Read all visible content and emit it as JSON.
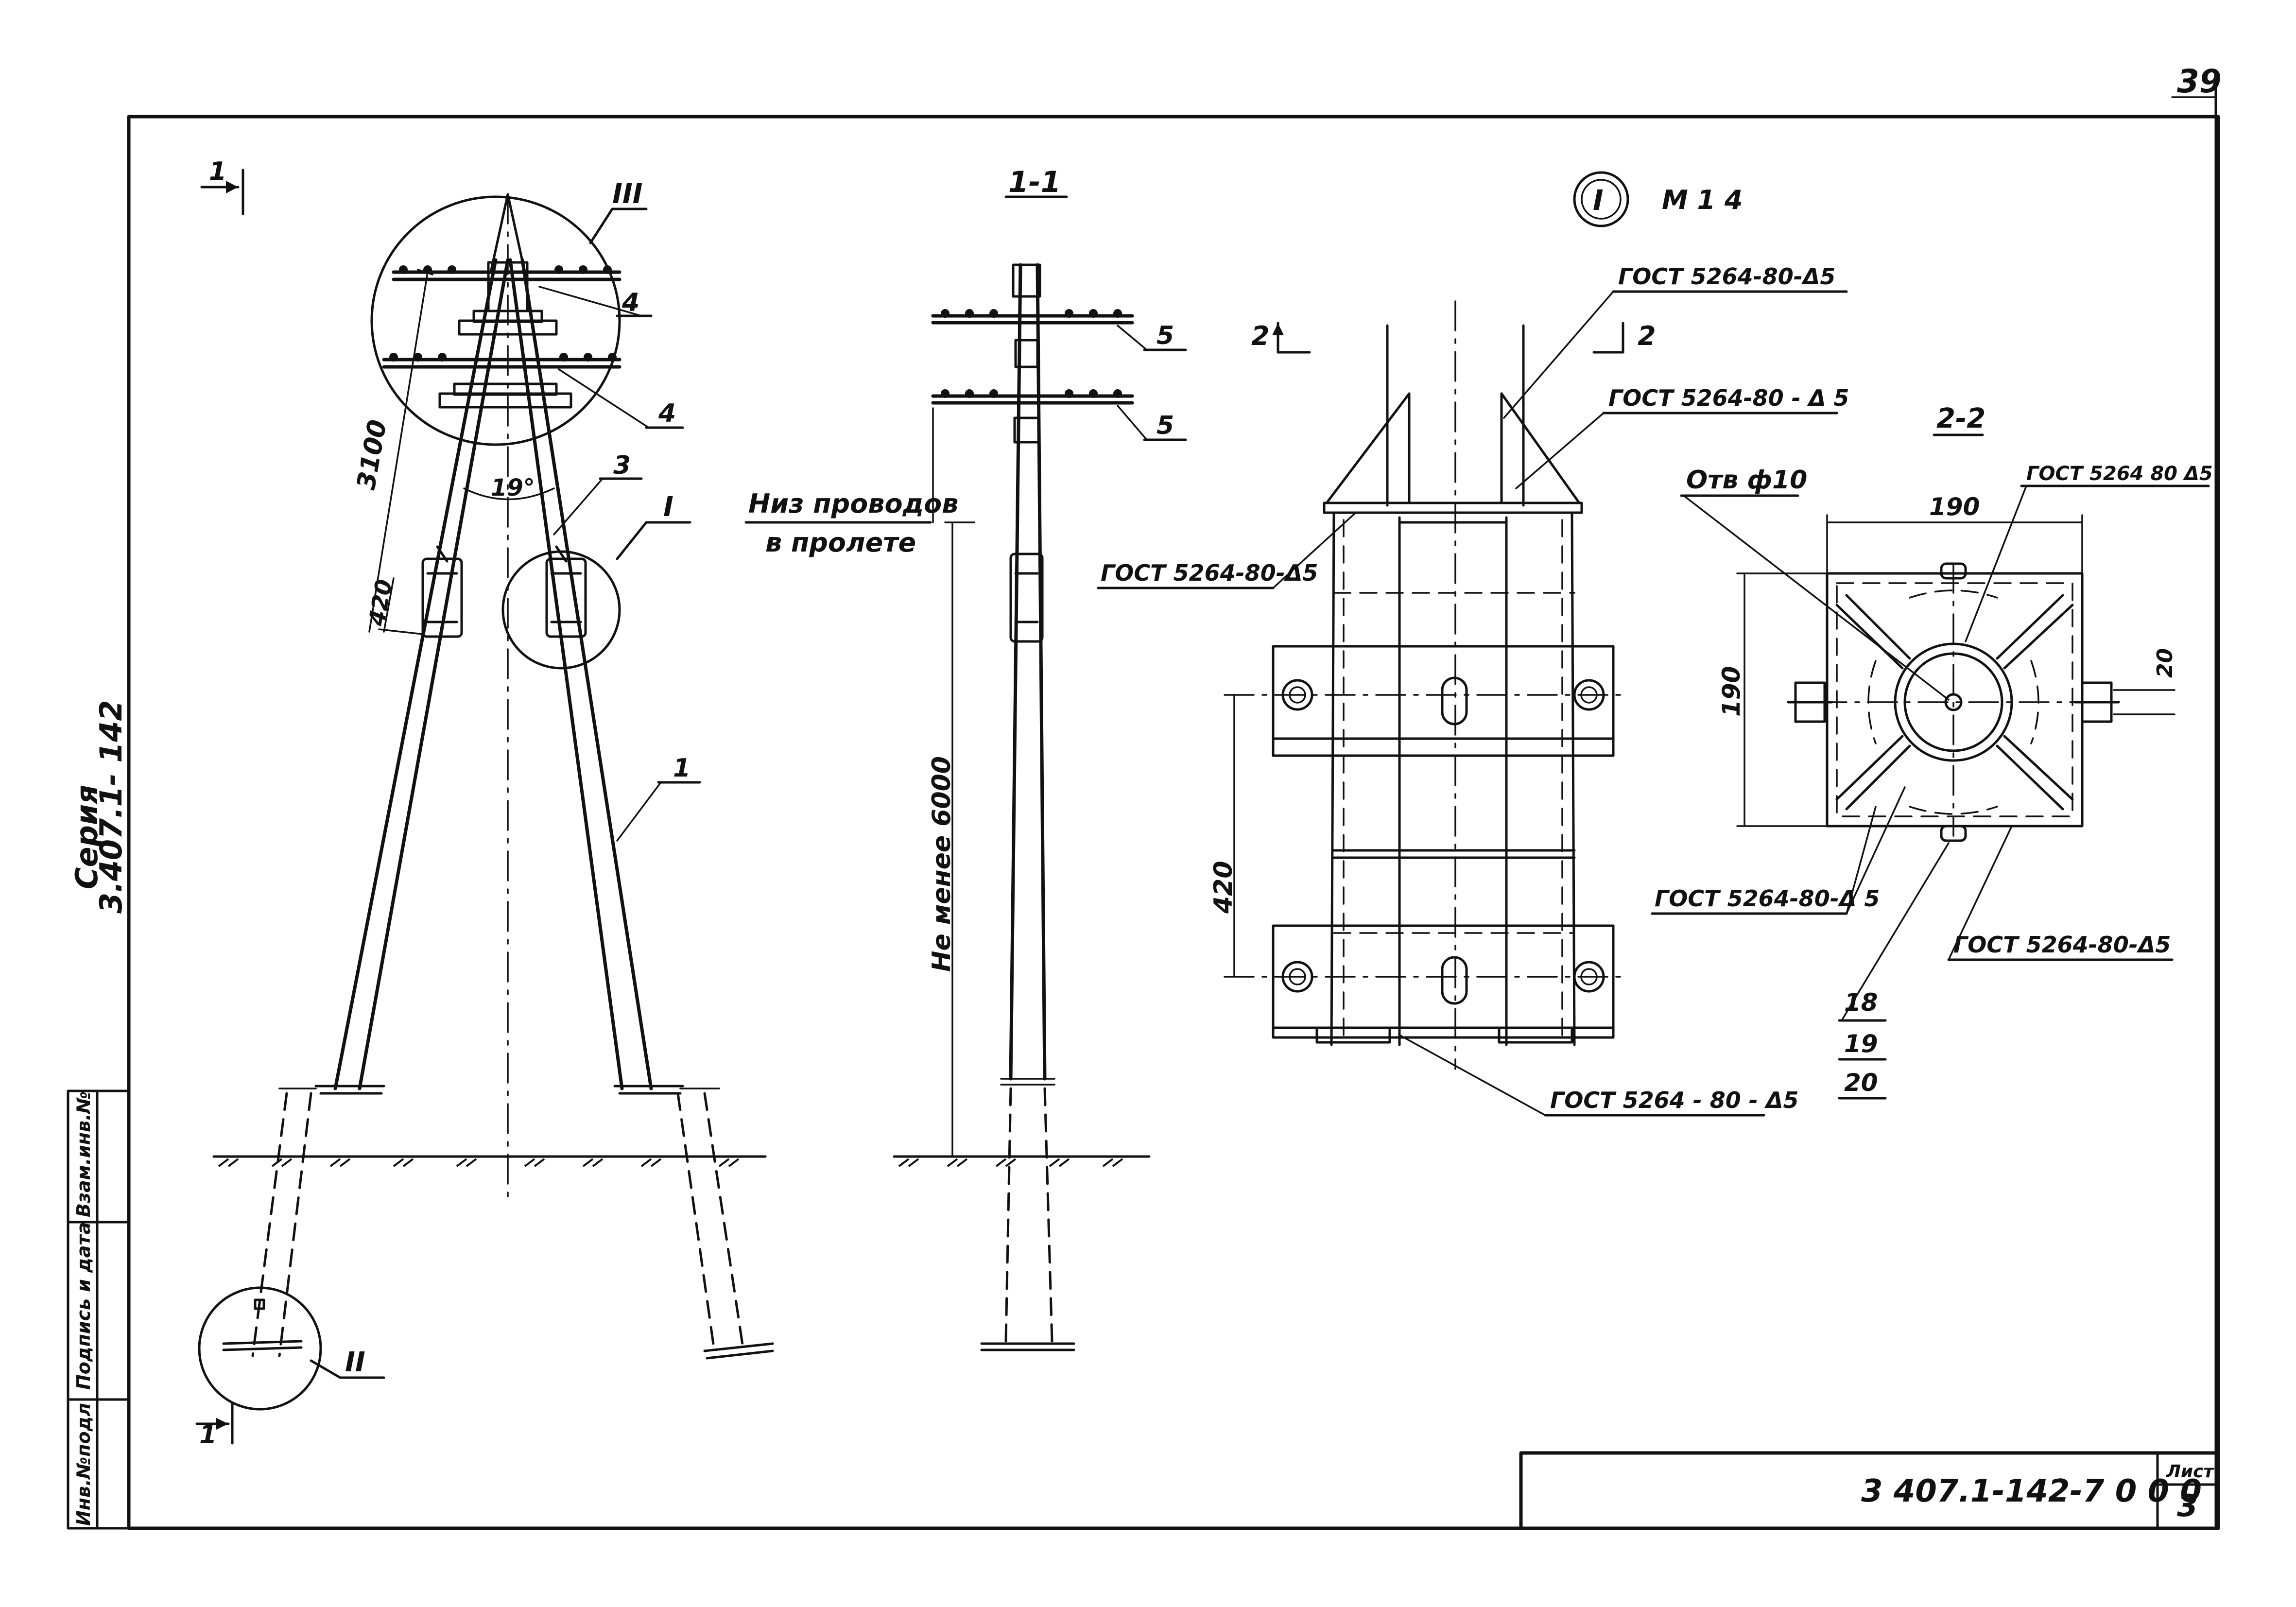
{
  "page_number": "39",
  "series": {
    "label": "Серия",
    "code": "3.407.1- 142"
  },
  "sections": {
    "section_1_marker": "1",
    "section_1_title": "1-1",
    "section_2_marker": "2",
    "section_2_title": "2-2"
  },
  "node_labels": {
    "node_I": "I",
    "node_II": "II",
    "node_III": "III",
    "node_I_detail": "I",
    "node_I_scale": "M 1 4"
  },
  "position_labels": {
    "p1": "1",
    "p3": "3",
    "p4a": "4",
    "p4b": "4",
    "p5a": "5",
    "p5b": "5",
    "p18": "18",
    "p19": "19",
    "p20": "20"
  },
  "dimensions": {
    "d3100": "3100",
    "d420_left": "420",
    "angle": "19°",
    "min_height": "Не менее 6000",
    "d420_detail": "420",
    "d190_h": "190",
    "d190_v": "190",
    "d20": "20"
  },
  "notes": {
    "wires_bottom_1": "Низ проводов",
    "wires_bottom_2": "в пролете",
    "hole": "Отв ф10"
  },
  "weld_labels": {
    "w1": "ГОСТ 5264-80-Δ5",
    "w2": "ГОСТ 5264-80 - Δ 5",
    "w3": "ГОСТ 5264-80-Δ5",
    "w4": "ГОСТ 5264 - 80 - Δ5",
    "w5": "ГОСТ 5264 80 Δ5",
    "w6": "ГОСТ 5264-80-Δ 5",
    "w7": "ГОСТ 5264-80-Δ5"
  },
  "side_stamp": {
    "c1": "Инв.№подл",
    "c2": "Подпись и дата",
    "c3": "Взам.инв.№"
  },
  "title_block": {
    "code": "3 407.1-142-7 0 0 0",
    "sheet_label": "Лист",
    "sheet_number": "3"
  }
}
